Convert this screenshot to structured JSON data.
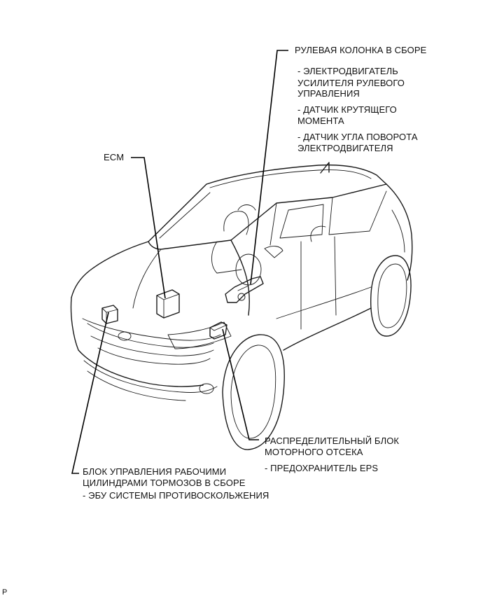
{
  "labels": {
    "steering_column": "РУЛЕВАЯ КОЛОНКА В СБОРЕ",
    "steering_items": [
      "- ЭЛЕКТРОДВИГАТЕЛЬ",
      "УСИЛИТЕЛЯ РУЛЕВОГО",
      "УПРАВЛЕНИЯ",
      "- ДАТЧИК КРУТЯЩЕГО",
      "МОМЕНТА",
      "- ДАТЧИК УГЛА ПОВОРОТА",
      "ЭЛЕКТРОДВИГАТЕЛЯ"
    ],
    "ecm": "ECM",
    "junction_block": [
      "РАСПРЕДЕЛИТЕЛЬНЫЙ БЛОК",
      "МОТОРНОГО ОТСЕКА"
    ],
    "junction_item": "- ПРЕДОХРАНИТЕЛЬ EPS",
    "brake_actuator": [
      "БЛОК УПРАВЛЕНИЯ РАБОЧИМИ",
      "ЦИЛИНДРАМИ ТОРМОЗОВ В СБОРЕ"
    ],
    "brake_item": "- ЭБУ СИСТЕМЫ ПРОТИВОСКОЛЬЖЕНИЯ",
    "figure_code": "P"
  }
}
